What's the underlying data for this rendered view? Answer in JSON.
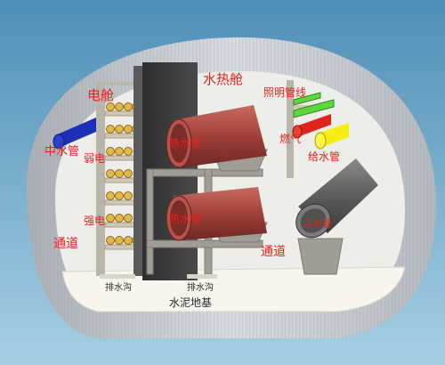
{
  "labels": {
    "power_cabin": "电舱",
    "hydro_thermal_cabin": "水热舱",
    "lighting_pipe": "照明管线",
    "middle_water_pipe": "中水管",
    "weak_current": "弱电",
    "strong_current": "强电",
    "heating_pipe_upper": "热水管",
    "heating_pipe_lower": "热水管",
    "gas": "燃气",
    "water_supply_pipe": "给水管",
    "sewage_pipe": "污水管",
    "passage_left": "通道",
    "passage_right": "通道",
    "drain_left": "排水沟",
    "drain_right": "排水沟",
    "cement_base": "水泥地基"
  },
  "colors": {
    "label_red": "#e8211d",
    "background_gradient_top": "#4f8fb8",
    "background_gradient_bottom": "#9cc8de",
    "shell": "#c7ccd2",
    "interior": "#ececea",
    "floor": "#f7f6ee",
    "partition_wall": "#3a3a3a",
    "steel_frame": "#9d9a93",
    "hot_water_pipe": "#a84a44",
    "sewage_pipe": "#6b6b6b",
    "middle_water_pipe": "#1c2fb8",
    "gas_pipe": "#e0261a",
    "water_supply_pipe": "#f4ee12",
    "lighting_pipe": "#5fd63d",
    "cable_tray": "#d8d0c0",
    "cable": "#e2b84a"
  }
}
